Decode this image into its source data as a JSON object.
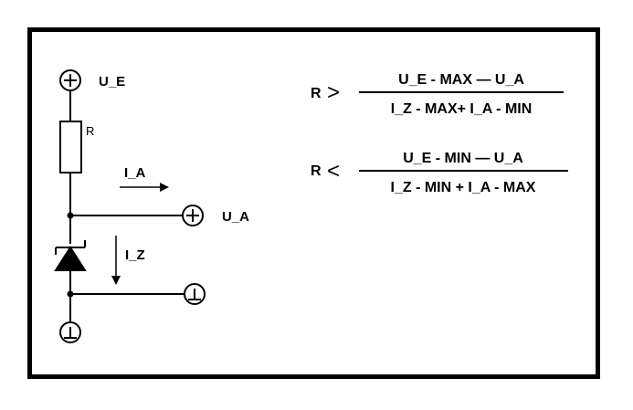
{
  "circuit": {
    "terminal_in_label": "U_E",
    "terminal_out_label": "U_A",
    "resistor_label": "R",
    "current_load_label": "I_A",
    "current_zener_label": "I_Z"
  },
  "formulas": [
    {
      "lhs": "R",
      "relation": ">",
      "numerator": "U_E - MAX — U_A",
      "denominator": "I_Z - MAX+ I_A - MIN"
    },
    {
      "lhs": "R",
      "relation": "<",
      "numerator": "U_E - MIN — U_A",
      "denominator": "I_Z - MIN + I_A - MAX"
    }
  ]
}
